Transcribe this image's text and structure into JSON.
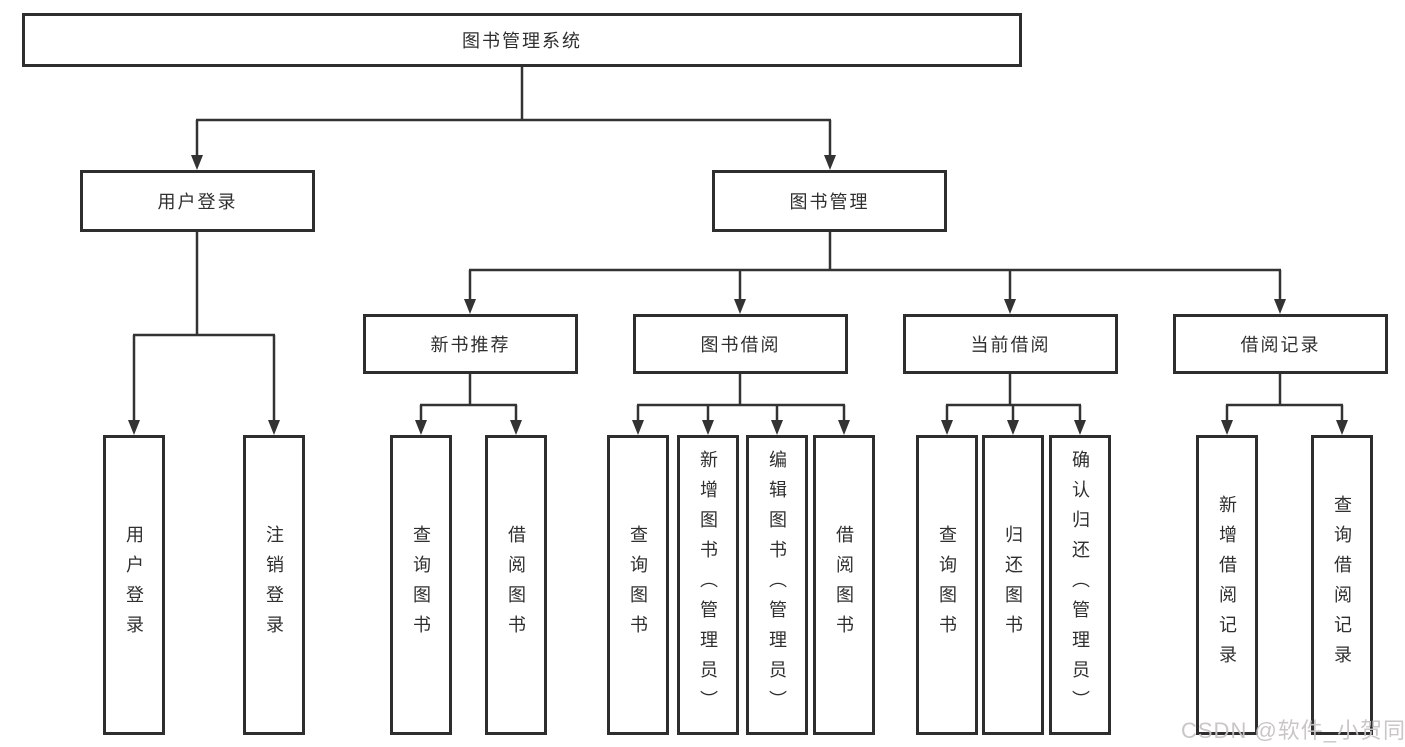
{
  "nodes": {
    "root": {
      "label": "图书管理系统"
    },
    "level2": [
      {
        "label": "用户登录"
      },
      {
        "label": "图书管理"
      }
    ],
    "level3": [
      {
        "label": "新书推荐"
      },
      {
        "label": "图书借阅"
      },
      {
        "label": "当前借阅"
      },
      {
        "label": "借阅记录"
      }
    ],
    "leaves": {
      "user_login": [
        {
          "label": "用户登录"
        },
        {
          "label": "注销登录"
        }
      ],
      "new_book": [
        {
          "label": "查询图书"
        },
        {
          "label": "借阅图书"
        }
      ],
      "book_borrow": [
        {
          "label": "查询图书"
        },
        {
          "label": "新增图书（管理员）"
        },
        {
          "label": "编辑图书（管理员）"
        },
        {
          "label": "借阅图书"
        }
      ],
      "current_borrow": [
        {
          "label": "查询图书"
        },
        {
          "label": "归还图书"
        },
        {
          "label": "确认归还（管理员）"
        }
      ],
      "borrow_records": [
        {
          "label": "新增借阅记录"
        },
        {
          "label": "查询借阅记录"
        }
      ]
    }
  },
  "watermark": {
    "text": "CSDN @软件_小贺同学"
  },
  "colors": {
    "line": "#333333",
    "box_border": "#2e2e2e",
    "text": "#2f2f2f",
    "watermark": "#c9c4c4",
    "background": "#ffffff"
  }
}
